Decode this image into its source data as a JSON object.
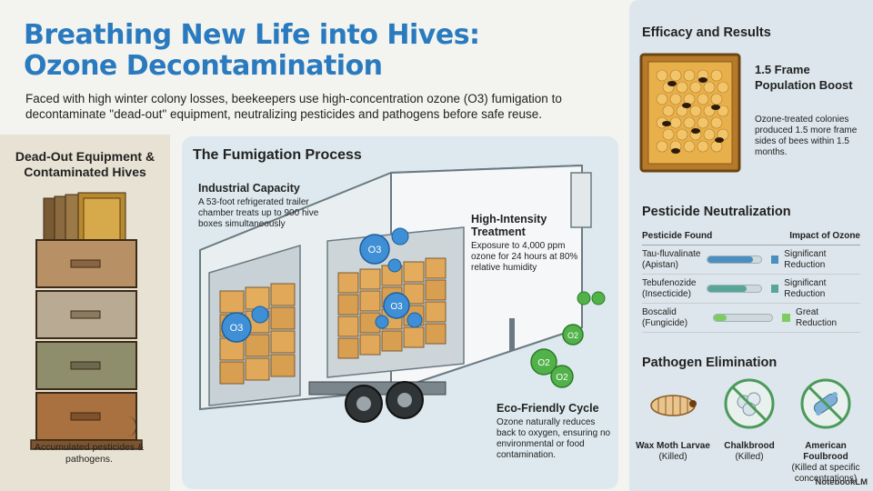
{
  "header": {
    "title_line1": "Breathing New Life into Hives:",
    "title_line2": "Ozone Decontamination",
    "subtitle": "Faced with high winter colony losses, beekeepers use high-concentration ozone (O3) fumigation to decontaminate \"dead-out\" equipment, neutralizing pesticides and pathogens before safe reuse."
  },
  "left_panel": {
    "title": "Dead-Out Equipment & Contaminated Hives",
    "note": "Accumulated pesticides & pathogens."
  },
  "middle_panel": {
    "title": "The Fumigation Process",
    "capacity_title": "Industrial Capacity",
    "capacity_text": "A 53-foot refrigerated trailer chamber treats up to 900 hive boxes simultaneously",
    "treatment_title": "High-Intensity Treatment",
    "treatment_text": "Exposure to 4,000 ppm ozone for 24 hours at 80% relative humidity",
    "eco_title": "Eco-Friendly Cycle",
    "eco_text": "Ozone naturally reduces back to oxygen, ensuring no environmental or food contamination.",
    "molecule_o3": "O3",
    "molecule_o2": "O2"
  },
  "right_panel": {
    "efficacy_title": "Efficacy and Results",
    "boost_title": "1.5 Frame Population Boost",
    "boost_text": "Ozone-treated colonies produced 1.5 more frame sides of bees within 1.5 months.",
    "pesticide_title": "Pesticide Neutralization",
    "col_found": "Pesticide Found",
    "col_impact": "Impact of Ozone",
    "pesticides": [
      {
        "name": "Tau-fluvalinate (Apistan)",
        "impact": "Significant Reduction",
        "reduction": 0.85,
        "color": "#4a8fbf"
      },
      {
        "name": "Tebufenozide (Insecticide)",
        "impact": "Significant Reduction",
        "reduction": 0.72,
        "color": "#5aa59a"
      },
      {
        "name": "Boscalid (Fungicide)",
        "impact": "Great Reduction",
        "reduction": 0.22,
        "color": "#7ccc5e"
      }
    ],
    "pathogen_title": "Pathogen Elimination",
    "pathogens": [
      {
        "name": "Wax Moth Larvae",
        "status": "(Killed)"
      },
      {
        "name": "Chalkbrood",
        "status": "(Killed)"
      },
      {
        "name": "American Foulbrood",
        "status": "(Killed at specific concentrations)"
      }
    ]
  },
  "brand": "NotebookLM",
  "colors": {
    "title_blue": "#2a7abf",
    "ozone_blue": "#3f8fd6",
    "oxygen_green": "#52b24a"
  }
}
